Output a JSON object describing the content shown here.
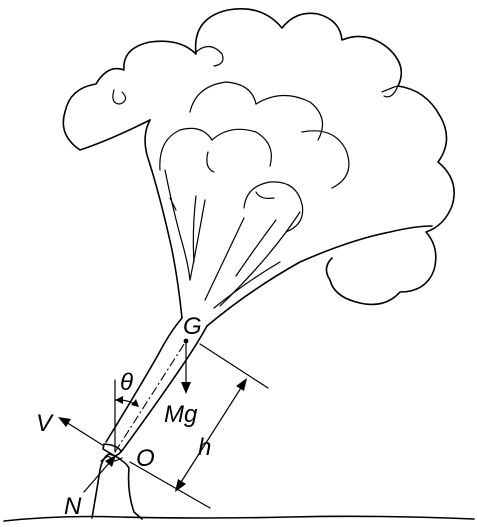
{
  "labels": {
    "center_of_gravity": "G",
    "angle": "θ",
    "weight": "Mg",
    "distance": "h",
    "pivot": "O",
    "horizontal_force": "V",
    "normal_force": "N"
  }
}
